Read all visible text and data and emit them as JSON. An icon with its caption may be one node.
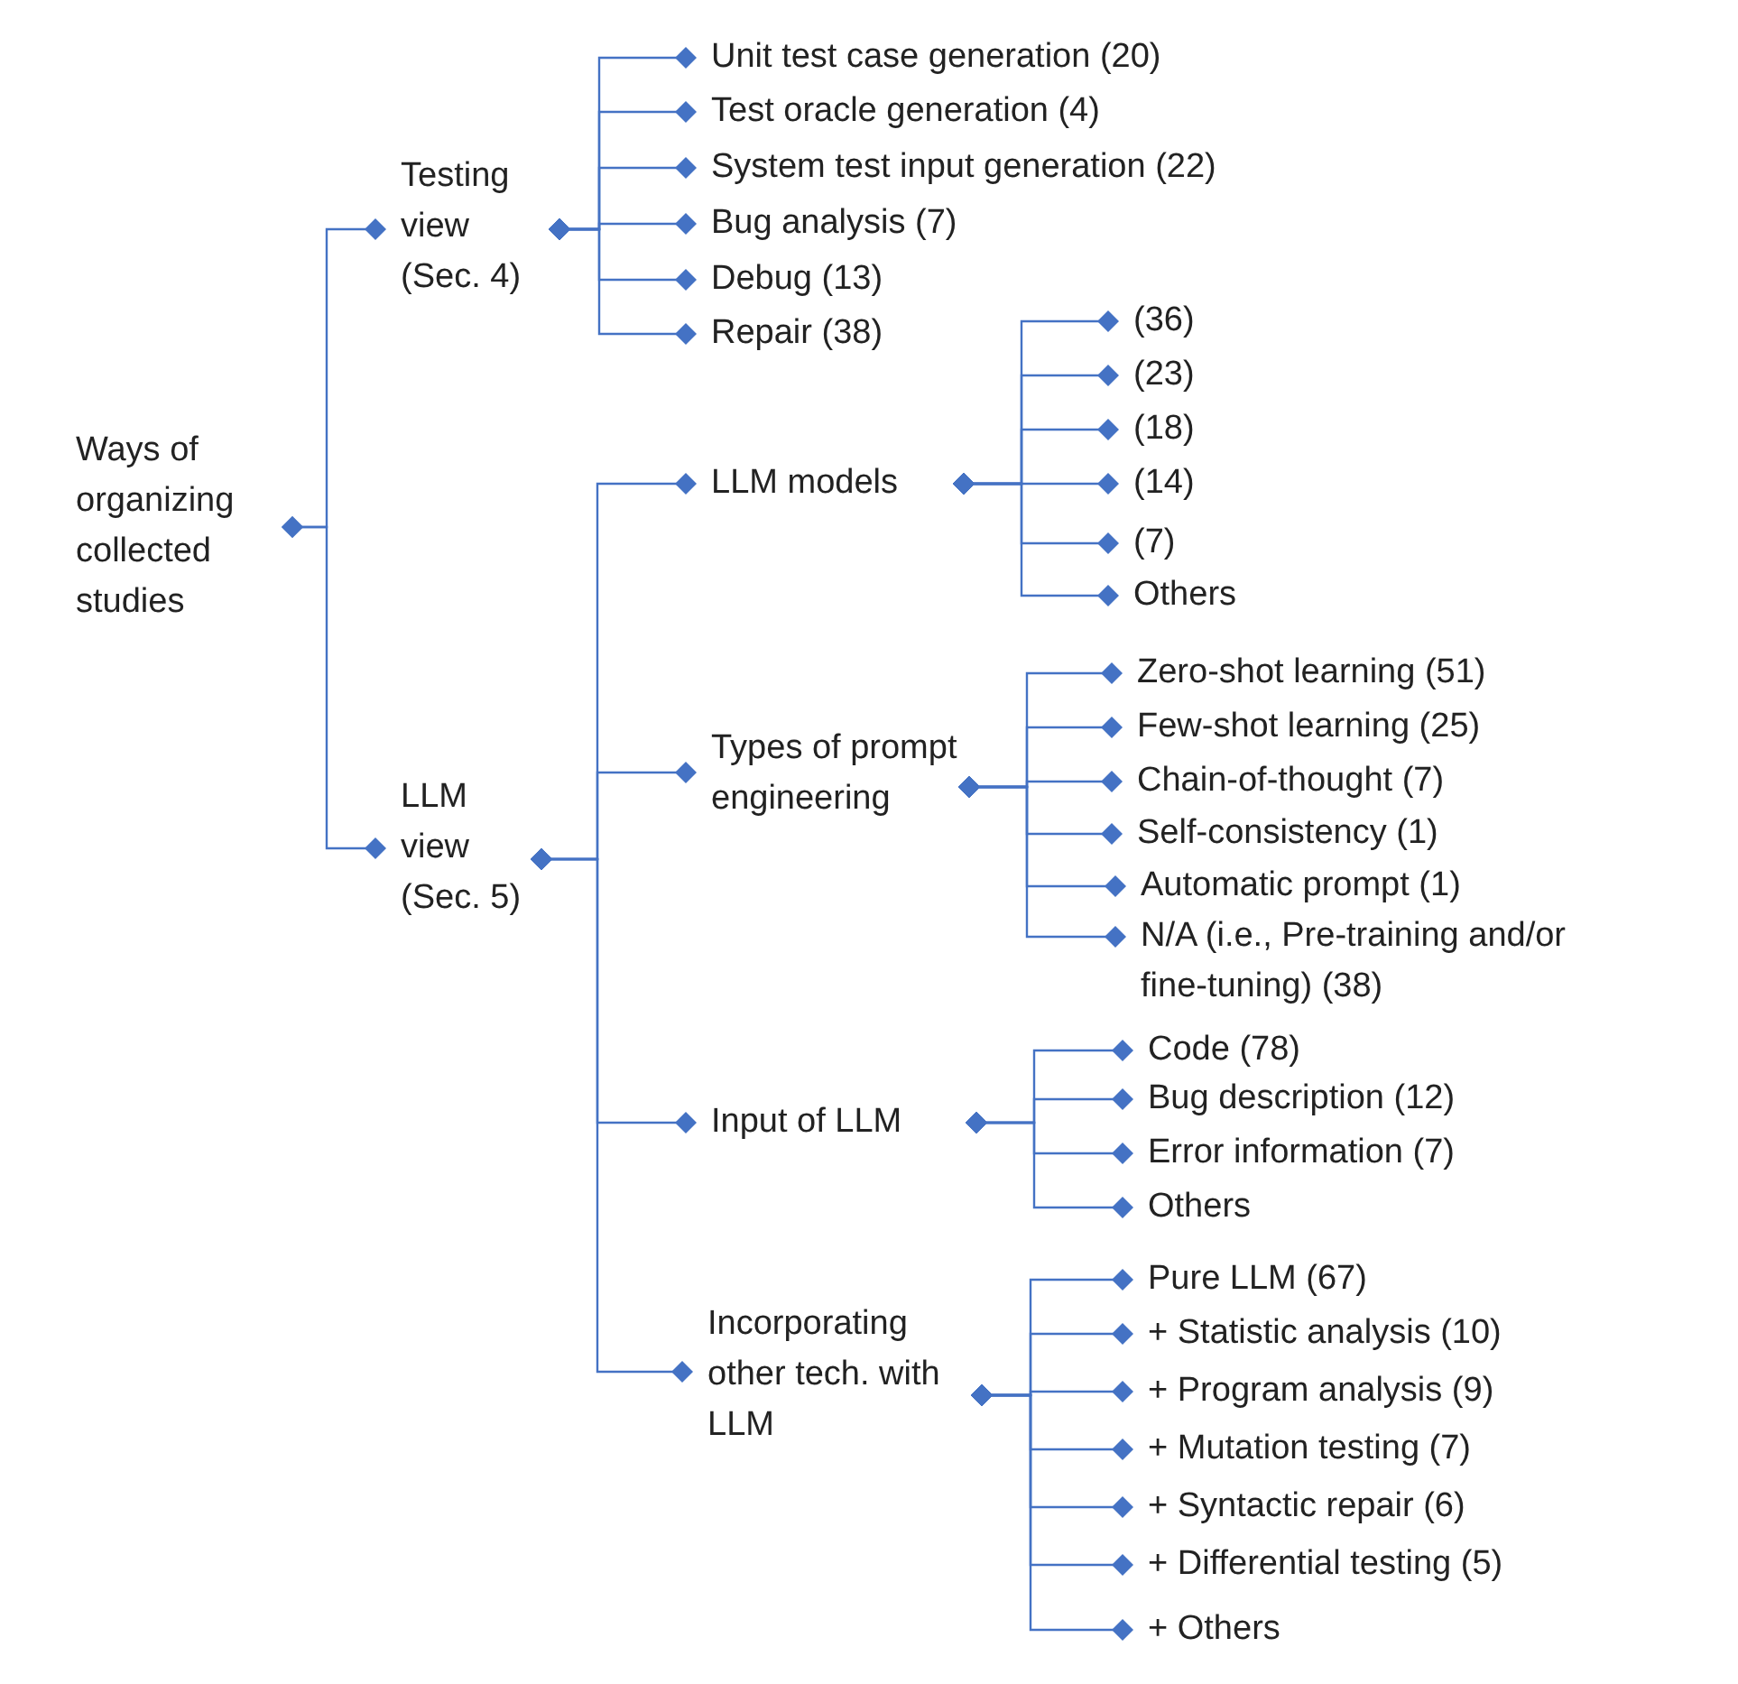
{
  "diagram": {
    "nodes": [
      {
        "text": [
          "Ways of organizing collected studies"
        ]
      },
      {
        "text": [
          "Testing view (Sec. 4)"
        ]
      },
      {
        "text": [
          "Unit test case generation (20)"
        ]
      },
      {
        "text": [
          "Test oracle generation (4)"
        ]
      },
      {
        "text": [
          "System test input generation (22)"
        ]
      },
      {
        "text": [
          "Bug analysis (7)"
        ]
      },
      {
        "text": [
          "Debug (13)"
        ]
      },
      {
        "text": [
          "Repair (38)"
        ]
      },
      {
        "text": [
          "LLM view (Sec. 5)"
        ]
      },
      {
        "text": [
          "LLM models"
        ]
      },
      {
        "text": [
          "(36)"
        ]
      },
      {
        "text": [
          "(23)"
        ]
      },
      {
        "text": [
          "(18)"
        ]
      },
      {
        "text": [
          "(14)"
        ]
      },
      {
        "text": [
          "(7)"
        ]
      },
      {
        "text": [
          "Others"
        ]
      },
      {
        "text": [
          "Types of prompt engineering"
        ]
      },
      {
        "text": [
          "Zero-shot learning (51)"
        ]
      },
      {
        "text": [
          "Few-shot learning (25)"
        ]
      },
      {
        "text": [
          "Chain-of-thought (7)"
        ]
      },
      {
        "text": [
          "Self-consistency (1)"
        ]
      },
      {
        "text": [
          "Automatic prompt (1)"
        ]
      },
      {
        "text": [
          "N/A (i.e., Pre-training and/or fine-tuning) (38)"
        ]
      },
      {
        "text": [
          "Input of LLM"
        ]
      },
      {
        "text": [
          "Code (78)"
        ]
      },
      {
        "text": [
          "Bug description (12)"
        ]
      },
      {
        "text": [
          "Error information (7)"
        ]
      },
      {
        "text": [
          "Others"
        ]
      },
      {
        "text": [
          "Incorporating other tech. with LLM"
        ]
      },
      {
        "text": [
          "Pure LLM (67)"
        ]
      },
      {
        "text": [
          "+ Statistic analysis (10)"
        ]
      },
      {
        "text": [
          "+ Program analysis (9)"
        ]
      },
      {
        "text": [
          "+ Mutation testing (7)"
        ]
      },
      {
        "text": [
          "+ Syntactic repair (6)"
        ]
      },
      {
        "text": [
          "+ Differential testing (5)"
        ]
      },
      {
        "text": [
          "+ Others"
        ]
      }
    ],
    "edges": [
      {
        "from": 0,
        "to": 1,
        "arrow": "other"
      },
      {
        "from": 0,
        "to": 8,
        "arrow": "other"
      },
      {
        "from": 1,
        "to": 2,
        "arrow": "other"
      },
      {
        "from": 1,
        "to": 3,
        "arrow": "other"
      },
      {
        "from": 1,
        "to": 4,
        "arrow": "other"
      },
      {
        "from": 1,
        "to": 5,
        "arrow": "other"
      },
      {
        "from": 1,
        "to": 6,
        "arrow": "other"
      },
      {
        "from": 1,
        "to": 7,
        "arrow": "other"
      },
      {
        "from": 8,
        "to": 9,
        "arrow": "other"
      },
      {
        "from": 8,
        "to": 16,
        "arrow": "other"
      },
      {
        "from": 8,
        "to": 23,
        "arrow": "other"
      },
      {
        "from": 8,
        "to": 28,
        "arrow": "other"
      },
      {
        "from": 9,
        "to": 10,
        "arrow": "other"
      },
      {
        "from": 9,
        "to": 11,
        "arrow": "other"
      },
      {
        "from": 9,
        "to": 12,
        "arrow": "other"
      },
      {
        "from": 9,
        "to": 13,
        "arrow": "other"
      },
      {
        "from": 9,
        "to": 14,
        "arrow": "other"
      },
      {
        "from": 9,
        "to": 15,
        "arrow": "other"
      },
      {
        "from": 16,
        "to": 17,
        "arrow": "other"
      },
      {
        "from": 16,
        "to": 18,
        "arrow": "other"
      },
      {
        "from": 16,
        "to": 19,
        "arrow": "other"
      },
      {
        "from": 16,
        "to": 20,
        "arrow": "other"
      },
      {
        "from": 16,
        "to": 21,
        "arrow": "other"
      },
      {
        "from": 16,
        "to": 22,
        "arrow": "other"
      },
      {
        "from": 23,
        "to": 24,
        "arrow": "other"
      },
      {
        "from": 23,
        "to": 25,
        "arrow": "other"
      },
      {
        "from": 23,
        "to": 26,
        "arrow": "other"
      },
      {
        "from": 23,
        "to": 27,
        "arrow": "other"
      },
      {
        "from": 28,
        "to": 29,
        "arrow": "other"
      },
      {
        "from": 28,
        "to": 30,
        "arrow": "other"
      },
      {
        "from": 28,
        "to": 31,
        "arrow": "other"
      },
      {
        "from": 28,
        "to": 32,
        "arrow": "other"
      },
      {
        "from": 28,
        "to": 33,
        "arrow": "other"
      },
      {
        "from": 28,
        "to": 34,
        "arrow": "other"
      },
      {
        "from": 28,
        "to": 35,
        "arrow": "other"
      }
    ]
  }
}
